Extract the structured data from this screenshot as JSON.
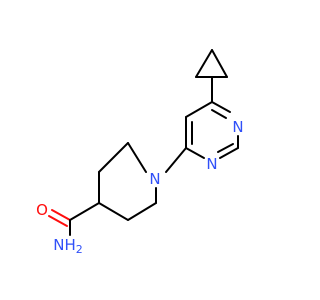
{
  "molecule": {
    "atoms": {
      "n_piperidine": "N",
      "n_pyrimidine_3": "N",
      "n_pyrimidine_1": "N",
      "o_carbonyl": "O",
      "nh2_amide": "NH",
      "nh2_subscript": "2"
    },
    "colors": {
      "nitrogen": "#3050f8",
      "oxygen": "#ff0d0d",
      "carbon": "#000000"
    }
  }
}
